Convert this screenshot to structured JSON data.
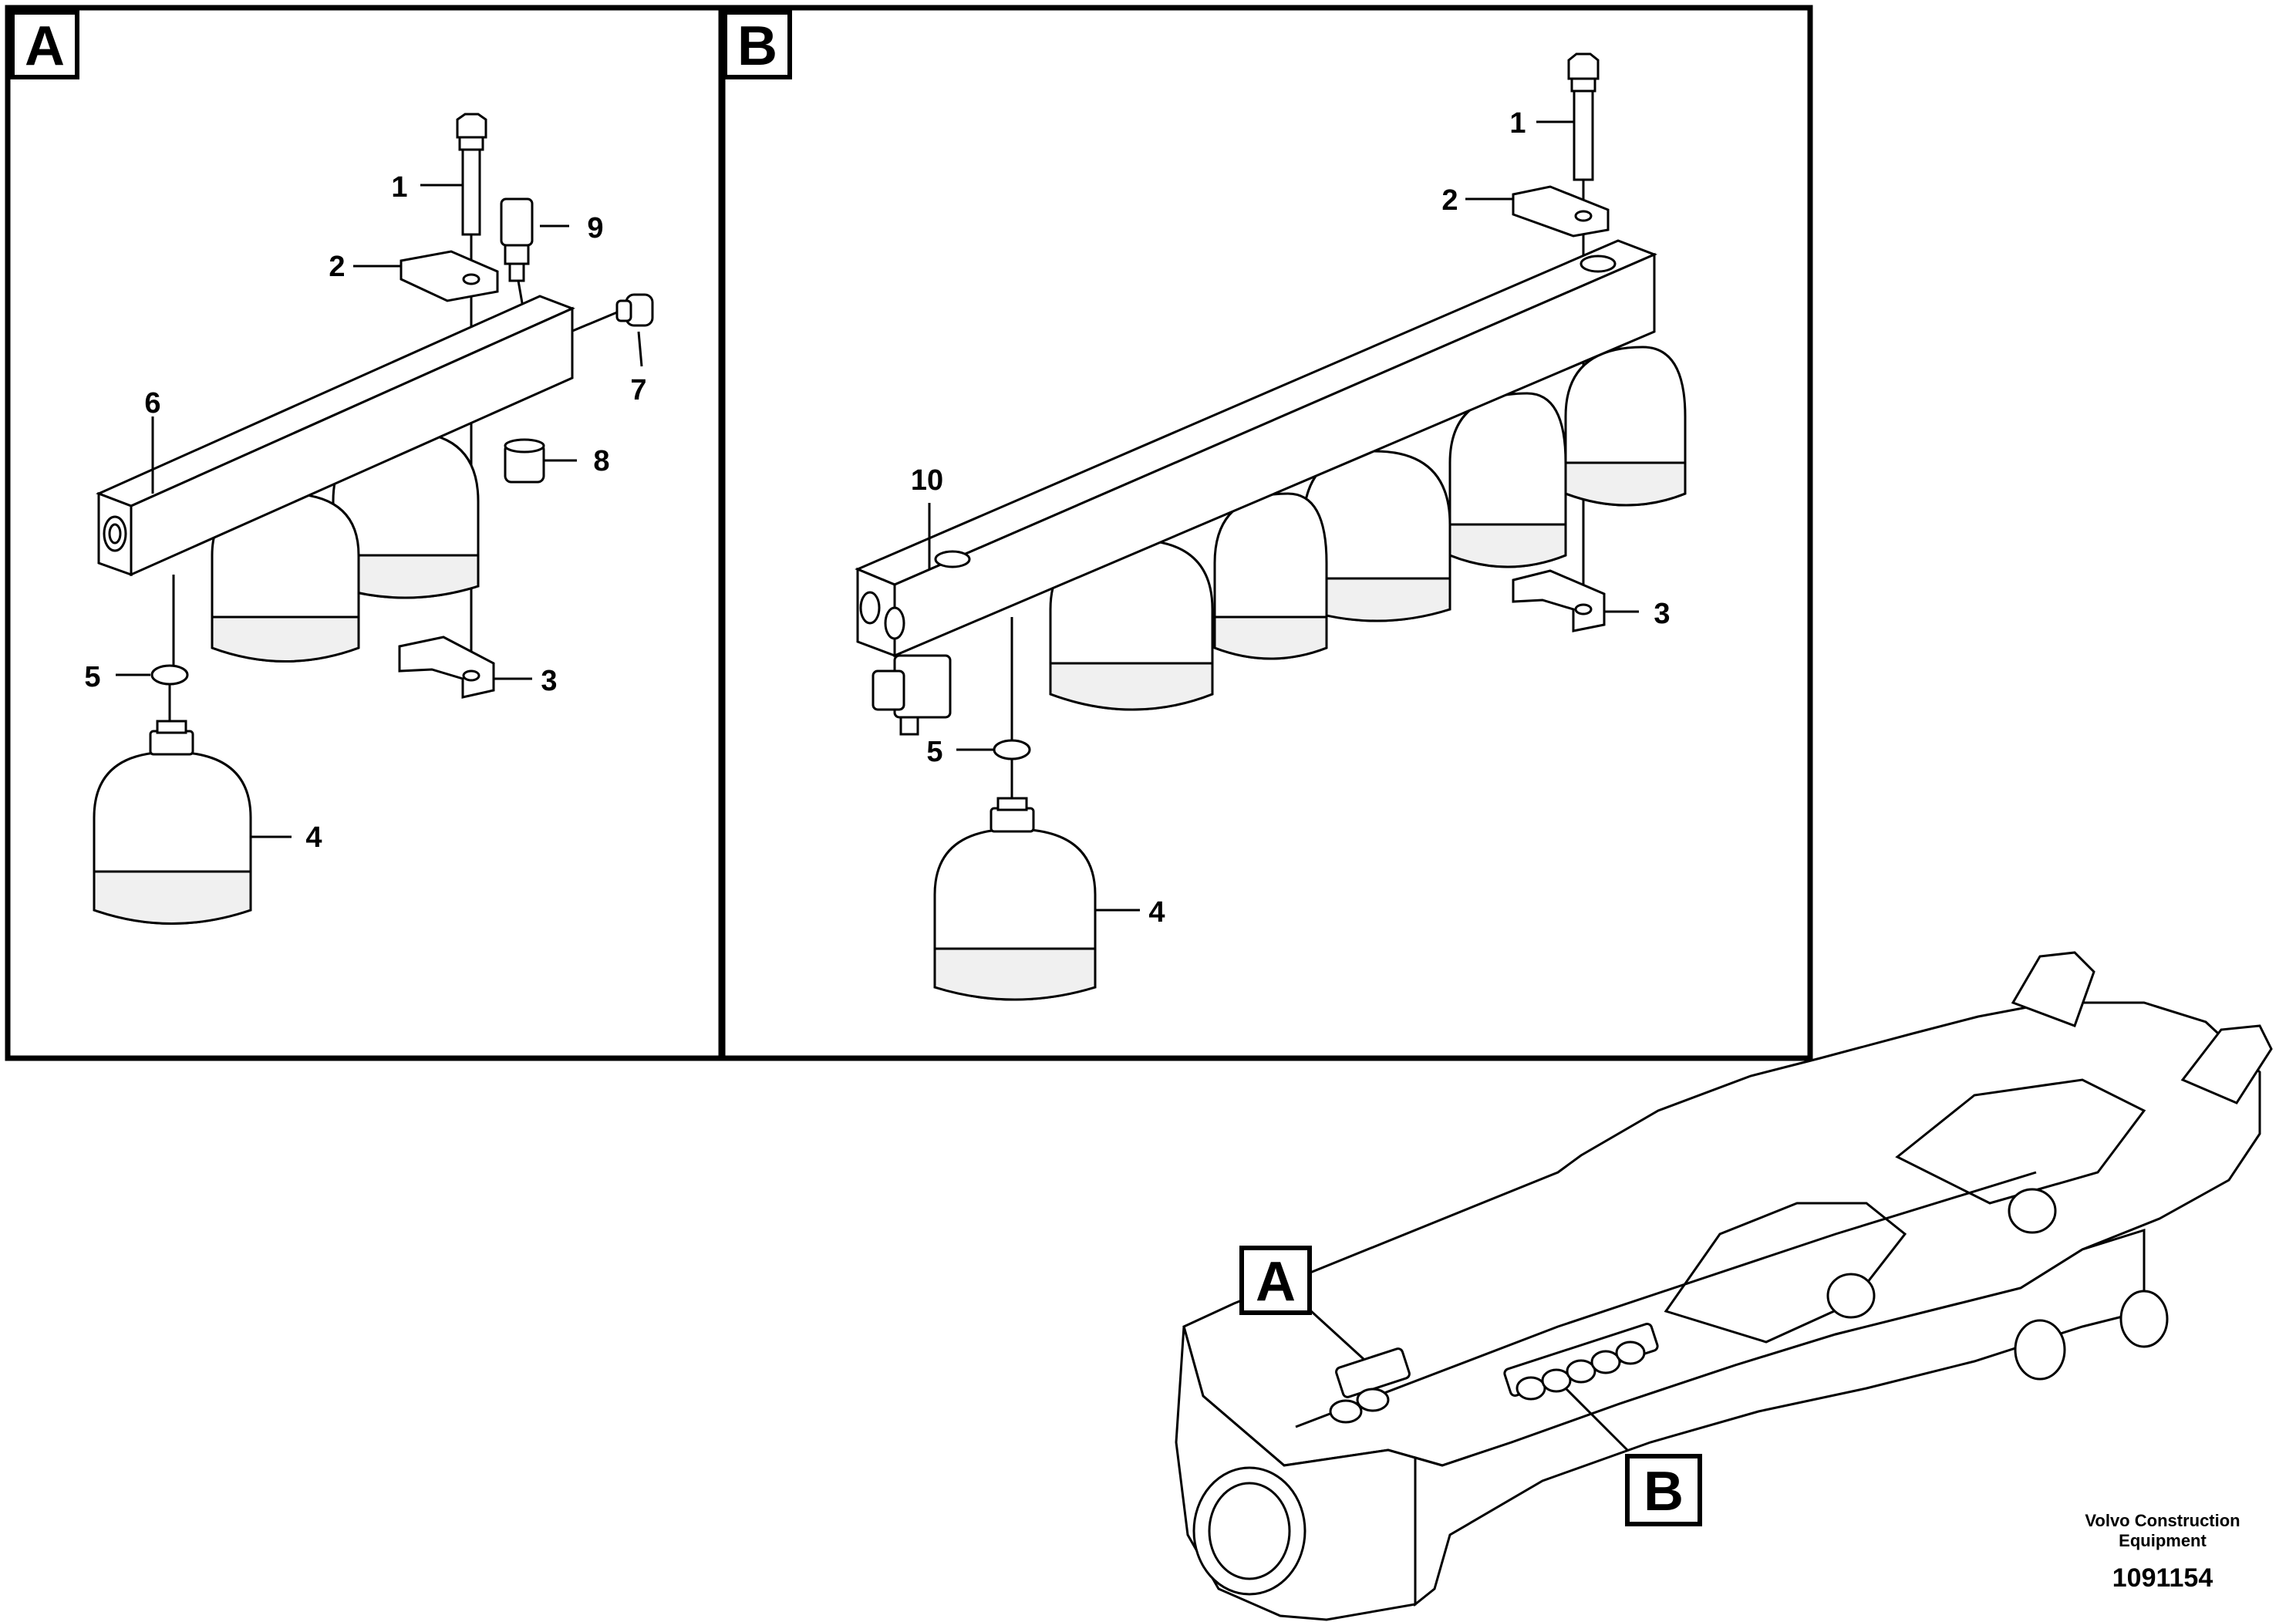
{
  "panel_a": {
    "tag": "A",
    "callouts": [
      "1",
      "2",
      "3",
      "4",
      "5",
      "6",
      "7",
      "8",
      "9"
    ]
  },
  "panel_b": {
    "tag": "B",
    "callouts": [
      "1",
      "2",
      "3",
      "4",
      "5",
      "10"
    ]
  },
  "overview": {
    "tag_a": "A",
    "tag_b": "B"
  },
  "footer": {
    "company_line1": "Volvo Construction",
    "company_line2": "Equipment",
    "drawing_number": "1091154"
  }
}
